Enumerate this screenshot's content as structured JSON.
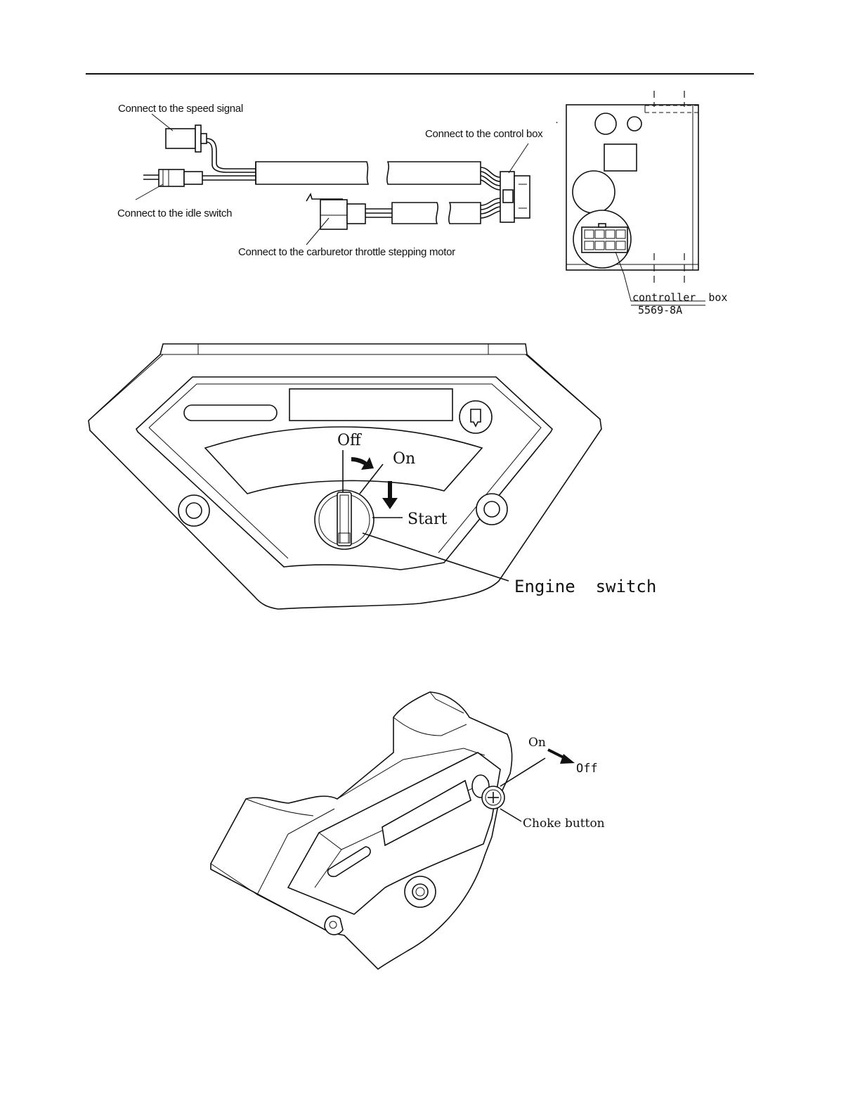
{
  "wiring_diagram": {
    "labels": {
      "speed_signal": "Connect to the speed signal",
      "control_box": "Connect to the control box",
      "idle_switch": "Connect to the idle switch",
      "throttle_motor": "Connect to the carburetor throttle stepping motor"
    },
    "controller": {
      "name": "controller  box",
      "part_number": "5569-8A"
    }
  },
  "switch_panel": {
    "labels": {
      "off": "Off",
      "on": "On",
      "start": "Start",
      "engine_switch": "Engine  switch"
    }
  },
  "choke_diagram": {
    "labels": {
      "on": "On",
      "off": "Off",
      "choke_button": "Choke button"
    }
  }
}
